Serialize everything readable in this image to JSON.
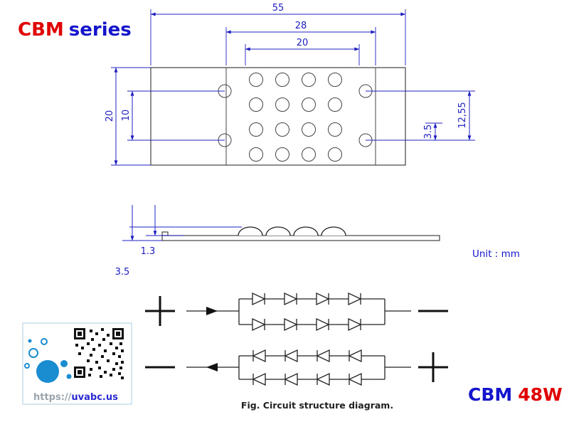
{
  "header": {
    "brand": "CBM",
    "series": "series"
  },
  "model": {
    "brand": "CBM",
    "power": "48W"
  },
  "unit_note": "Unit : mm",
  "caption": "Fig. Circuit structure diagram.",
  "logo": {
    "url_prefix": "https://",
    "url_domain": "uvabc.us"
  },
  "top_view": {
    "dim_total_width": "55",
    "dim_hole_span_width": "28",
    "dim_emitter_width": "20",
    "dim_board_height": "20",
    "dim_left_hole_pitch": "10",
    "dim_right_offset": "3.5",
    "dim_right_hole_pitch": "12,55"
  },
  "side_view": {
    "dim_board_thickness": "1.3",
    "dim_total_height": "3.5"
  },
  "colors": {
    "dimension_blue": "#2020c0",
    "brand_red": "#e00000",
    "brand_blue": "#1414cc",
    "logo_blue": "#1a8cd0"
  }
}
